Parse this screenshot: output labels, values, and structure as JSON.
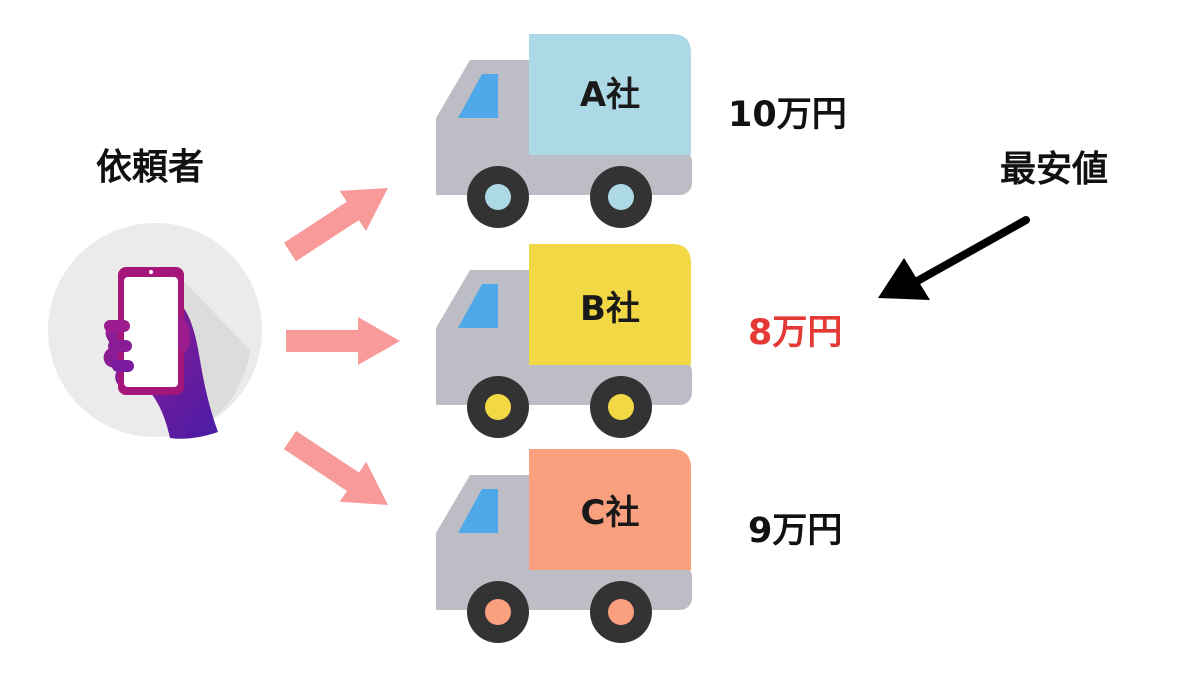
{
  "requester": {
    "label": "依頼者",
    "icon": "smartphone-in-hand-icon"
  },
  "companies": [
    {
      "name": "A社",
      "price": "10万円",
      "color": "#ADD8E6"
    },
    {
      "name": "B社",
      "price": "8万円",
      "color": "#F2D845",
      "price_color": "#E53935"
    },
    {
      "name": "C社",
      "price": "9万円",
      "color": "#FBA07F"
    }
  ],
  "cheapest": {
    "label": "最安値"
  },
  "colors": {
    "truck_body": "#BDBDC5",
    "truck_window": "#4FA8E8",
    "arrow": "#F99A9A",
    "pointer_arrow": "#000000",
    "wheel": "#333333"
  }
}
